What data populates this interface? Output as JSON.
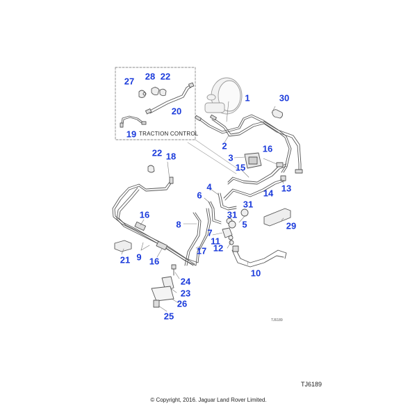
{
  "diagram": {
    "title": "Brake pipes parts diagram",
    "inset": {
      "caption": "TRACTION CONTROL",
      "callouts": [
        "27",
        "28",
        "22",
        "20",
        "19"
      ]
    },
    "callouts": [
      {
        "id": "c1",
        "label": "1"
      },
      {
        "id": "c2",
        "label": "2"
      },
      {
        "id": "c3",
        "label": "3"
      },
      {
        "id": "c4",
        "label": "4"
      },
      {
        "id": "c5",
        "label": "5"
      },
      {
        "id": "c6",
        "label": "6"
      },
      {
        "id": "c7",
        "label": "7"
      },
      {
        "id": "c8",
        "label": "8"
      },
      {
        "id": "c9",
        "label": "9"
      },
      {
        "id": "c10",
        "label": "10"
      },
      {
        "id": "c11",
        "label": "11"
      },
      {
        "id": "c12",
        "label": "12"
      },
      {
        "id": "c13",
        "label": "13"
      },
      {
        "id": "c14",
        "label": "14"
      },
      {
        "id": "c15",
        "label": "15"
      },
      {
        "id": "c16a",
        "label": "16"
      },
      {
        "id": "c16b",
        "label": "16"
      },
      {
        "id": "c16c",
        "label": "16"
      },
      {
        "id": "c17",
        "label": "17"
      },
      {
        "id": "c18",
        "label": "18"
      },
      {
        "id": "c21",
        "label": "21"
      },
      {
        "id": "c22",
        "label": "22"
      },
      {
        "id": "c23",
        "label": "23"
      },
      {
        "id": "c24",
        "label": "24"
      },
      {
        "id": "c25",
        "label": "25"
      },
      {
        "id": "c26",
        "label": "26"
      },
      {
        "id": "c29",
        "label": "29"
      },
      {
        "id": "c30",
        "label": "30"
      },
      {
        "id": "c31a",
        "label": "31"
      },
      {
        "id": "c31b",
        "label": "31"
      }
    ],
    "small_reference": "TJ6189",
    "drawing_reference": "TJ6189",
    "copyright": "© Copyright, 2016. Jaguar Land Rover Limited."
  },
  "colors": {
    "callout": "#1a3adb",
    "line": "#555555",
    "part_fill": "#e8e8e8"
  }
}
